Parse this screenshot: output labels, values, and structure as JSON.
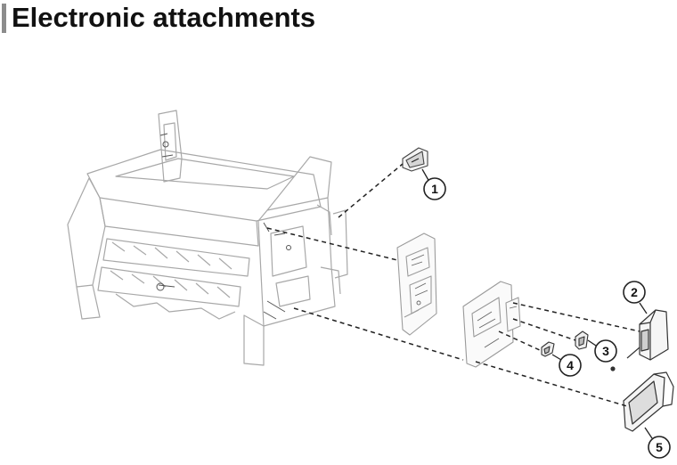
{
  "header": {
    "title": "Electronic attachments"
  },
  "colors": {
    "line": "#9a9a9a",
    "part": "#aaaaaa",
    "dark": "#333333",
    "callout": "#222222",
    "title_bar": "#8c8c8c"
  },
  "callouts": [
    {
      "id": "1",
      "label": "1"
    },
    {
      "id": "2",
      "label": "2"
    },
    {
      "id": "3",
      "label": "3"
    },
    {
      "id": "4",
      "label": "4"
    },
    {
      "id": "5",
      "label": "5"
    }
  ]
}
